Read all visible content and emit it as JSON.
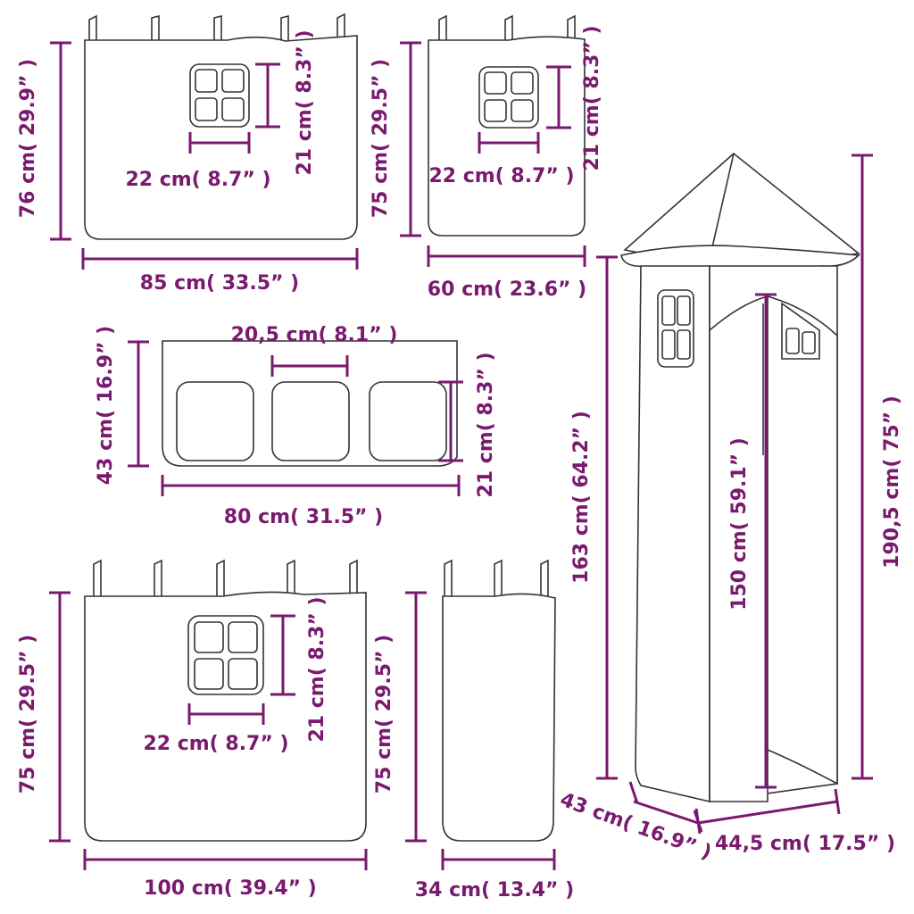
{
  "colors": {
    "dimension": "#7a1a6e",
    "outline": "#333333"
  },
  "panels": {
    "top_left": {
      "height": "76 cm( 29.9” )",
      "width": "85 cm( 33.5” )",
      "window_height": "21 cm( 8.3” )",
      "window_width": "22 cm( 8.7” )"
    },
    "top_right": {
      "height": "75 cm( 29.5” )",
      "width": "60 cm( 23.6” )",
      "window_height": "21 cm( 8.3” )",
      "window_width": "22 cm( 8.7” )"
    },
    "middle": {
      "height": "43 cm( 16.9” )",
      "width": "80 cm( 31.5” )",
      "window_height": "21 cm( 8.3” )",
      "window_width": "20,5 cm( 8.1” )"
    },
    "bottom_left": {
      "height": "75 cm( 29.5” )",
      "width": "100 cm( 39.4” )",
      "window_height": "21 cm( 8.3” )",
      "window_width": "22 cm( 8.7” )"
    },
    "bottom_small": {
      "height": "75 cm( 29.5” )",
      "width": "34 cm( 13.4” )"
    }
  },
  "tower": {
    "body_height": "163 cm( 64.2” )",
    "total_height": "190,5 cm( 75” )",
    "door_height": "150 cm( 59.1” )",
    "depth": "43 cm( 16.9” )",
    "width": "44,5 cm( 17.5” )"
  }
}
